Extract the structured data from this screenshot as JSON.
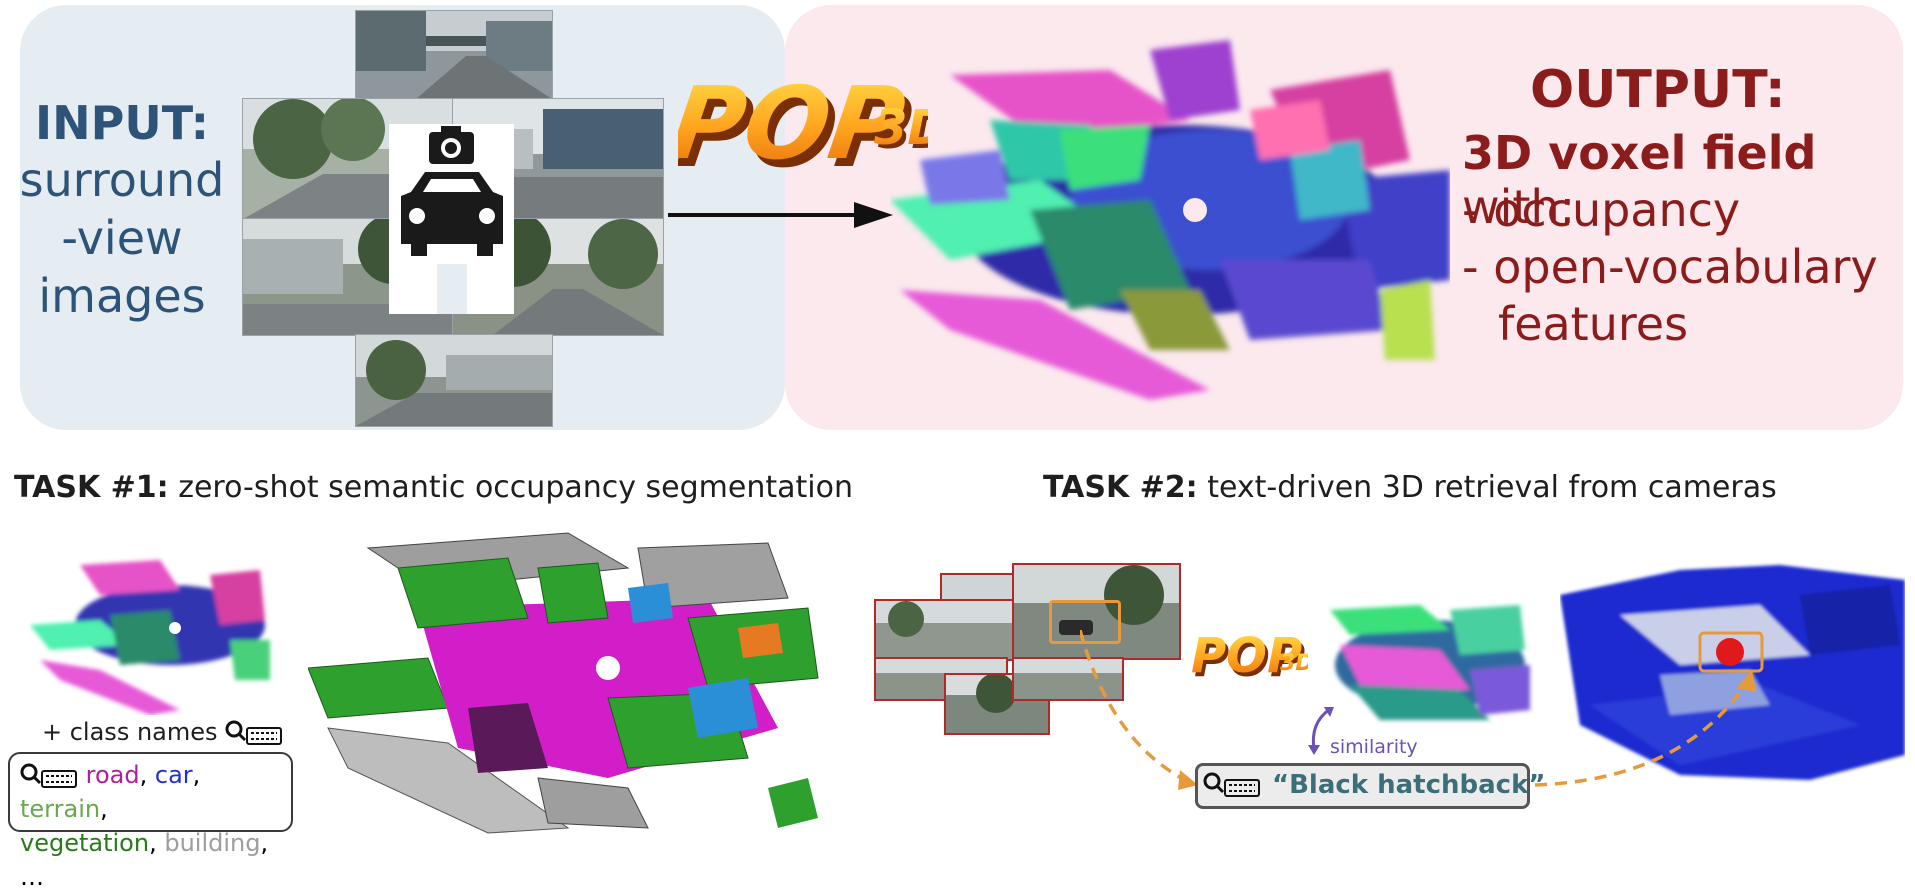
{
  "input": {
    "title": "INPUT:",
    "lines": [
      "surround",
      "-view",
      "images"
    ]
  },
  "logo": {
    "main": "POP",
    "sub": "3D"
  },
  "output": {
    "title": "OUTPUT:",
    "line1_bold": "3D voxel field",
    "line1_rest": " with:",
    "bullets": [
      "- occupancy",
      "- open-vocabulary",
      "features"
    ]
  },
  "task1": {
    "label": "TASK #1:",
    "desc": " zero-shot semantic occupancy segmentation",
    "plus_label": "+ class names",
    "classes": [
      {
        "name": "road",
        "color": "#b0209e"
      },
      {
        "name": "car",
        "color": "#1f2fd0"
      },
      {
        "name": "terrain",
        "color": "#6aa84f"
      },
      {
        "name": "vegetation",
        "color": "#2a7a1a"
      },
      {
        "name": "building",
        "color": "#9e9e9e"
      }
    ],
    "ellipsis": "…"
  },
  "task2": {
    "label": "TASK #2:",
    "desc": " text-driven 3D retrieval from cameras",
    "similarity": "similarity",
    "query": "“Black hatchback”"
  },
  "icons": [
    "camera-car-icon",
    "search-keyboard-icon",
    "arrow-icon"
  ],
  "colors": {
    "input_bg": "#e6edf2",
    "output_bg": "#fbe9ee",
    "input_text": "#2d5478",
    "output_text": "#8b1c1c",
    "dashed_arrow": "#e69a3c",
    "similarity_arrow": "#6b52b8"
  }
}
